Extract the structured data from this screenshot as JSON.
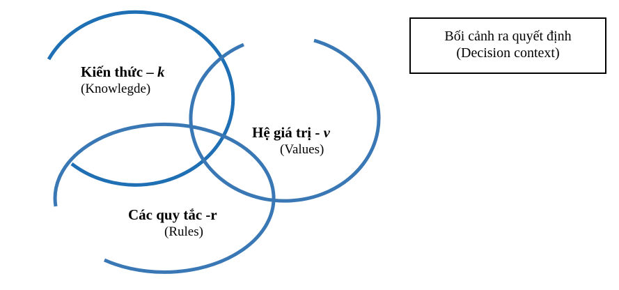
{
  "diagram": {
    "colors": {
      "arc_dark": "#1f6fb4",
      "arc_mid": "#3a78b5",
      "text": "#000000",
      "box_border": "#000000"
    },
    "circles": [
      {
        "id": "knowledge",
        "title": "Kiến thức – ",
        "variable": "k",
        "subtitle": "(Knowlegde)"
      },
      {
        "id": "values",
        "title": "Hệ giá trị - ",
        "variable": "v",
        "subtitle": "(Values)"
      },
      {
        "id": "rules",
        "title": "Các quy tắc -r",
        "variable": "",
        "subtitle": "(Rules)"
      }
    ],
    "context": {
      "line1": "Bối cảnh ra quyết định",
      "line2": "(Decision context)"
    }
  }
}
